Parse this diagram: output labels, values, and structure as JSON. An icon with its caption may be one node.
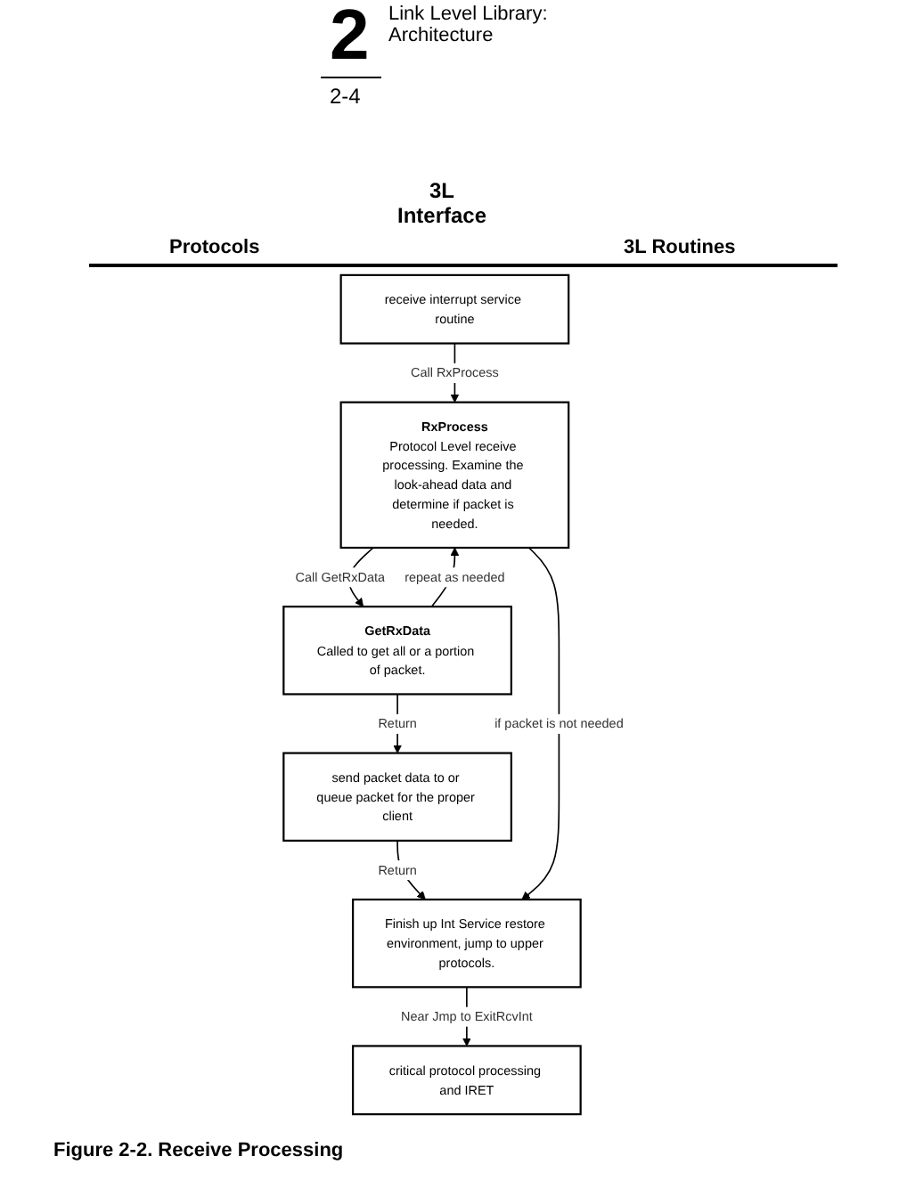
{
  "diagram": {
    "caption": "Figure 2-2. Receive Processing",
    "nodes": [
      {
        "text": [
          "receive interrupt service routine"
        ]
      },
      {
        "text": [
          "RxProcess",
          "Protocol Level receive processing. Examine the look-ahead data and determine if packet is needed."
        ]
      },
      {
        "text": [
          "GetRxData",
          "Called to get all or a portion of packet."
        ]
      },
      {
        "text": [
          "send packet data to or queue packet for the proper client"
        ]
      },
      {
        "text": [
          "Finish up Int Service restore environment, jump to upper protocols."
        ]
      },
      {
        "text": [
          "critical protocol processing and IRET"
        ]
      }
    ],
    "edges": [
      {
        "from": 0,
        "to": 1,
        "arrow": "to",
        "label": "Call RxProcess"
      },
      {
        "from": 1,
        "to": 2,
        "arrow": "to",
        "label": "Call GetRxData"
      },
      {
        "from": 2,
        "to": 3,
        "arrow": "to",
        "label": "Return"
      },
      {
        "from": 2,
        "to": 1,
        "arrow": "to",
        "label": "repeat as needed"
      },
      {
        "from": 3,
        "to": 4,
        "arrow": "to",
        "label": "Return"
      },
      {
        "from": 1,
        "to": 4,
        "arrow": "to",
        "label": "if packet is not needed"
      },
      {
        "from": 4,
        "to": 5,
        "arrow": "to",
        "label": "Near Jmp to ExitRcvInt"
      }
    ],
    "labels": [
      "2",
      "Link Level Library: Architecture",
      "2-4",
      "3L Interface",
      "Protocols",
      "3L Routines"
    ]
  }
}
